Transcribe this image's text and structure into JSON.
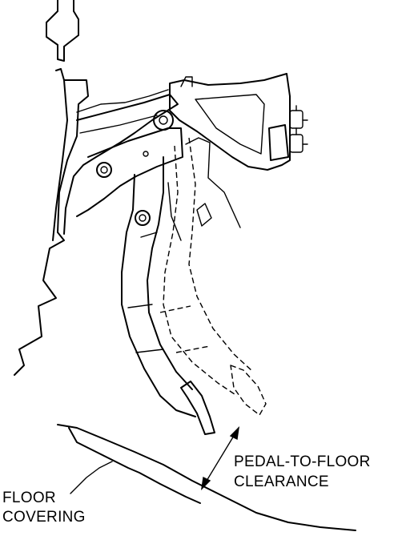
{
  "labels": {
    "clearance_line1": "PEDAL-TO-FLOOR",
    "clearance_line2": "CLEARANCE",
    "floor_line1": "FLOOR",
    "floor_line2": "COVERING"
  }
}
